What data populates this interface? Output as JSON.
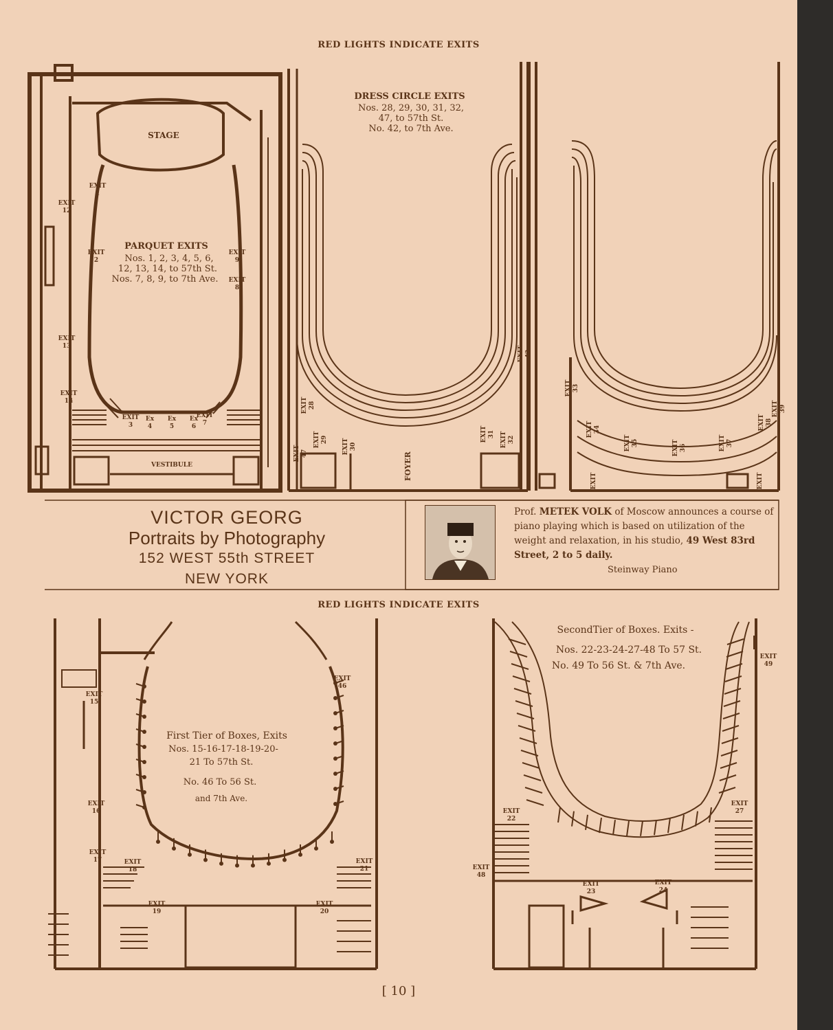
{
  "header_top": "RED LIGHTS INDICATE EXITS",
  "header_mid": "RED LIGHTS INDICATE EXITS",
  "parquet": {
    "stage": "STAGE",
    "vestibule": "VESTIBULE",
    "title": "PARQUET EXITS",
    "line1": "Nos. 1, 2, 3, 4, 5, 6,",
    "line2": "12, 13, 14, to 57th St.",
    "line3": "Nos. 7, 8, 9, to 7th Ave."
  },
  "dress_circle": {
    "title": "DRESS CIRCLE EXITS",
    "line1": "Nos. 28, 29, 30, 31, 32,",
    "line2": "47, to 57th St.",
    "line3": "No. 42, to 7th Ave.",
    "foyer": "FOYER"
  },
  "exit_word": "EXIT",
  "ex_word": "Ex",
  "georg": {
    "name": "VICTOR GEORG",
    "subtitle": "Portraits by Photography",
    "street": "152 WEST 55th STREET",
    "city": "NEW YORK"
  },
  "volk": {
    "prefix": "Prof.",
    "name": "METEK VOLK",
    "text1": "of Moscow announces a course of piano playing which is based on utilization of the weight and relaxation, in his studio,",
    "address": "49 West 83rd Street, 2 to 5 daily.",
    "piano": "Steinway Piano"
  },
  "first_tier": {
    "line1": "First Tier of Boxes, Exits",
    "line2": "Nos. 15-16-17-18-19-20-",
    "line3": "21 To 57th St.",
    "line4": "No. 46 To 56 St.",
    "line5": "and 7th Ave."
  },
  "second_tier": {
    "line1": "SecondTier of Boxes. Exits -",
    "line2": "Nos. 22-23-24-27-48 To 57 St.",
    "line3": "No. 49 To 56 St. & 7th Ave."
  },
  "folio": "[ 10 ]"
}
